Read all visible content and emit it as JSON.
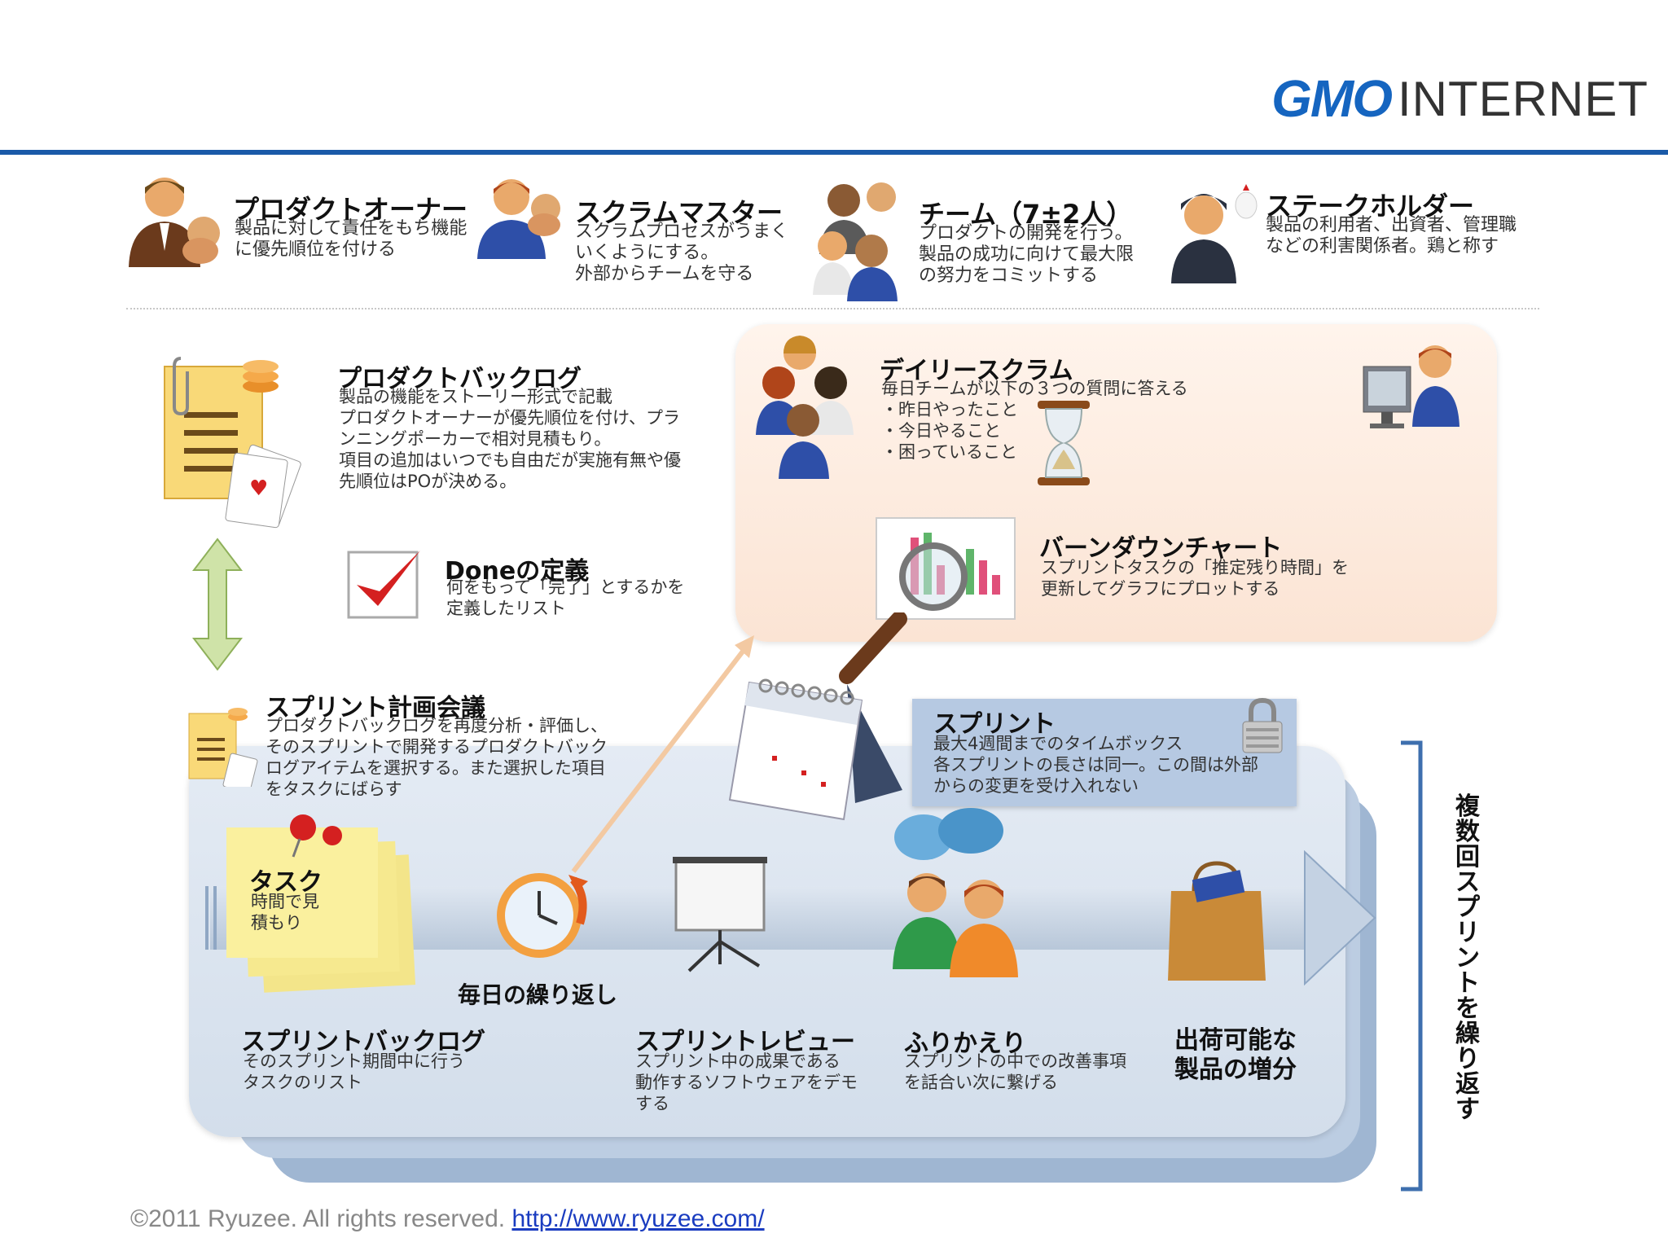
{
  "brand": {
    "logo_gmo": "GMO",
    "logo_internet": "INTERNET"
  },
  "roles": [
    {
      "title": "プロダクトオーナー",
      "desc": [
        "製品に対して責任をもち機能",
        "に優先順位を付ける"
      ]
    },
    {
      "title": "スクラムマスター",
      "desc": [
        "スクラムプロセスがうまく",
        "いくようにする。",
        "外部からチームを守る"
      ]
    },
    {
      "title": "チーム（7±2人）",
      "desc": [
        "プロダクトの開発を行う。",
        "製品の成功に向けて最大限",
        "の努力をコミットする"
      ]
    },
    {
      "title": "ステークホルダー",
      "desc": [
        "製品の利用者、出資者、管理職",
        "などの利害関係者。鶏と称す"
      ]
    }
  ],
  "backlog": {
    "title": "プロダクトバックログ",
    "desc": [
      "製品の機能をストーリー形式で記載",
      "プロダクトオーナーが優先順位を付け、プラ",
      "ンニングポーカーで相対見積もり。",
      "項目の追加はいつでも自由だが実施有無や優",
      "先順位はPOが決める。"
    ]
  },
  "done": {
    "title": "Doneの定義",
    "desc": [
      "何をもって「完了」とするかを",
      "定義したリスト"
    ]
  },
  "daily": {
    "title": "デイリースクラム",
    "desc": [
      "毎日チームが以下の３つの質問に答える",
      "・昨日やったこと",
      "・今日やること",
      "・困っていること"
    ]
  },
  "burndown": {
    "title": "バーンダウンチャート",
    "desc": [
      "スプリントタスクの「推定残り時間」を",
      "更新してグラフにプロットする"
    ]
  },
  "planning": {
    "title": "スプリント計画会議",
    "desc": [
      "プロダクトバックログを再度分析・評価し、",
      "そのスプリントで開発するプロダクトバック",
      "ログアイテムを選択する。また選択した項目",
      "をタスクにばらす"
    ]
  },
  "sprint": {
    "title": "スプリント",
    "desc": [
      "最大4週間までのタイムボックス",
      "各スプリントの長さは同一。この間は外部",
      "からの変更を受け入れない"
    ]
  },
  "task": {
    "title": "タスク",
    "desc": [
      "時間で見",
      "積もり"
    ]
  },
  "daily_repeat": "毎日の繰り返し",
  "sprint_backlog": {
    "title": "スプリントバックログ",
    "desc": [
      "そのスプリント期間中に行う",
      "タスクのリスト"
    ]
  },
  "review": {
    "title": "スプリントレビュー",
    "desc": [
      "スプリント中の成果である",
      "動作するソフトウェアをデモ",
      "する"
    ]
  },
  "retro": {
    "title": "ふりかえり",
    "desc": [
      "スプリントの中での改善事項",
      "を話合い次に繋げる"
    ]
  },
  "increment": {
    "title": [
      "出荷可能な",
      "製品の増分"
    ]
  },
  "repeat_label": [
    "複",
    "数",
    "回",
    "ス",
    "プ",
    "リ",
    "ン",
    "ト",
    "を",
    "繰",
    "り",
    "返",
    "す"
  ],
  "footer": {
    "copyright": "©2011 Ryuzee. All rights reserved.",
    "link": "http://www.ryuzee.com/"
  },
  "colors": {
    "brand_blue": "#1a5aa8",
    "peach_bg": "#fbe4d4",
    "sprint_bg": "#dbe4f0",
    "check_red": "#d42020"
  }
}
